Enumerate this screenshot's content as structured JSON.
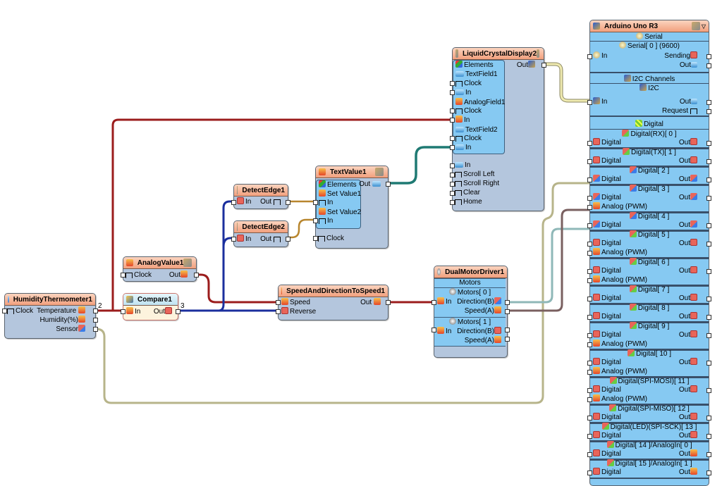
{
  "components": {
    "humidity": {
      "title": "HumidityThermometer1",
      "pins": {
        "clock": "Clock",
        "temperature": "Temperature",
        "humidity": "Humidity(%)",
        "sensor": "Sensor"
      }
    },
    "analog_value": {
      "title": "AnalogValue1",
      "pins": {
        "clock": "Clock",
        "out": "Out"
      }
    },
    "compare": {
      "title": "Compare1",
      "pins": {
        "in": "In",
        "out": "Out"
      }
    },
    "detect1": {
      "title": "DetectEdge1",
      "pins": {
        "in": "In",
        "out": "Out"
      }
    },
    "detect2": {
      "title": "DetectEdge2",
      "pins": {
        "in": "In",
        "out": "Out"
      }
    },
    "text_value": {
      "title": "TextValue1",
      "elements": "Elements",
      "set1": "Set Value1",
      "set2": "Set Value2",
      "pins": {
        "in": "In",
        "out": "Out",
        "clock": "Clock"
      }
    },
    "speed": {
      "title": "SpeedAndDirectionToSpeed1",
      "pins": {
        "speed": "Speed",
        "reverse": "Reverse",
        "out": "Out"
      }
    },
    "motor": {
      "title": "DualMotorDriver1",
      "motors": "Motors",
      "m0": "Motors[ 0 ]",
      "m1": "Motors[ 1 ]",
      "pins": {
        "in": "In",
        "dir": "Direction(B)",
        "speed": "Speed(A)"
      }
    },
    "lcd": {
      "title": "LiquidCrystalDisplay2",
      "elements": "Elements",
      "tf1": "TextField1",
      "af1": "AnalogField1",
      "tf2": "TextField2",
      "pins": {
        "out": "Out",
        "clock": "Clock",
        "in": "In",
        "scroll_left": "Scroll Left",
        "scroll_right": "Scroll Right",
        "clear": "Clear",
        "home": "Home"
      }
    },
    "arduino": {
      "title": "Arduino Uno R3",
      "serial": {
        "title": "Serial",
        "channel": "Serial[ 0 ] (9600)",
        "in": "In",
        "sending": "Sending",
        "out": "Out"
      },
      "i2c": {
        "title": "I2C Channels",
        "channel": "I2C",
        "in": "In",
        "out": "Out",
        "request": "Request"
      },
      "digital_title": "Digital",
      "digital_label": "Digital",
      "out_label": "Out",
      "pwm_label": "Analog (PWM)",
      "channels": [
        {
          "name": "Digital(RX)[ 0 ]",
          "pwm": false
        },
        {
          "name": "Digital(TX)[ 1 ]",
          "pwm": false
        },
        {
          "name": "Digital[ 2 ]",
          "pwm": false
        },
        {
          "name": "Digital[ 3 ]",
          "pwm": true
        },
        {
          "name": "Digital[ 4 ]",
          "pwm": false
        },
        {
          "name": "Digital[ 5 ]",
          "pwm": true
        },
        {
          "name": "Digital[ 6 ]",
          "pwm": true
        },
        {
          "name": "Digital[ 7 ]",
          "pwm": false
        },
        {
          "name": "Digital[ 8 ]",
          "pwm": false
        },
        {
          "name": "Digital[ 9 ]",
          "pwm": true
        },
        {
          "name": "Digital[ 10 ]",
          "pwm": true
        },
        {
          "name": "Digital(SPI-MOSI)[ 11 ]",
          "pwm": true
        },
        {
          "name": "Digital(SPI-MISO)[ 12 ]",
          "pwm": false
        },
        {
          "name": "Digital(LED)(SPI-SCK)[ 13 ]",
          "pwm": false
        },
        {
          "name": "Digital[ 14 ]/AnalogIn[ 0 ]",
          "pwm": false
        },
        {
          "name": "Digital[ 15 ]/AnalogIn[ 1 ]",
          "pwm": false
        }
      ]
    }
  },
  "wire_labels": {
    "temperature": "2",
    "compare_out": "3"
  },
  "wire_colors": {
    "analog": "#9b1c1c",
    "digital": "#1b2f9e",
    "clock": "#b8862e",
    "text": "#1f7a73",
    "i2c": "#d8cf8a",
    "sensor": "#b7b48a",
    "dir": "#8fb8b8",
    "speed": "#7a6060"
  }
}
